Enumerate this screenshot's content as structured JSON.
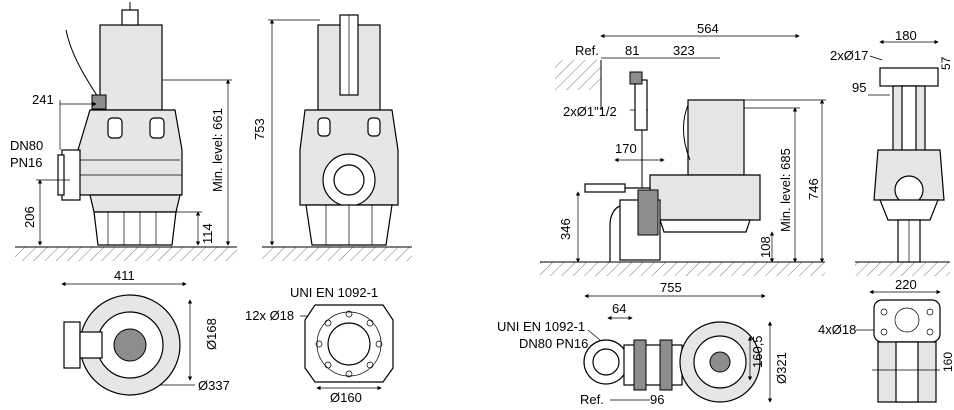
{
  "left_front": {
    "dim_241": "241",
    "flange_label_1": "DN80",
    "flange_label_2": "PN16",
    "dim_206": "206",
    "dim_114": "114",
    "min_level": "Min. level: 661",
    "dim_753": "753"
  },
  "left_plan": {
    "dim_411": "411",
    "dim_168": "Ø168",
    "dim_337": "Ø337"
  },
  "flange_detail": {
    "standard": "UNI EN 1092-1",
    "holes": "12x Ø18",
    "pcd": "Ø160"
  },
  "right_front": {
    "dim_564": "564",
    "ref": "Ref.",
    "dim_81": "81",
    "dim_323": "323",
    "guide": "2xØ1\"1/2",
    "dim_170": "170",
    "dim_346": "346",
    "dim_108": "108",
    "min_level": "Min. level: 685",
    "dim_746": "746",
    "dim_755": "755"
  },
  "right_side": {
    "dim_180": "180",
    "dim_17": "2xØ17",
    "dim_57": "57",
    "dim_95": "95"
  },
  "right_plan": {
    "standard": "UNI EN 1092-1",
    "flange": "DN80 PN16",
    "dim_64": "64",
    "dim_160_5": "160,5",
    "dim_321": "Ø321",
    "ref": "Ref.",
    "dim_96": "96"
  },
  "base_detail": {
    "dim_220": "220",
    "holes": "4xØ18",
    "dim_160": "160"
  }
}
